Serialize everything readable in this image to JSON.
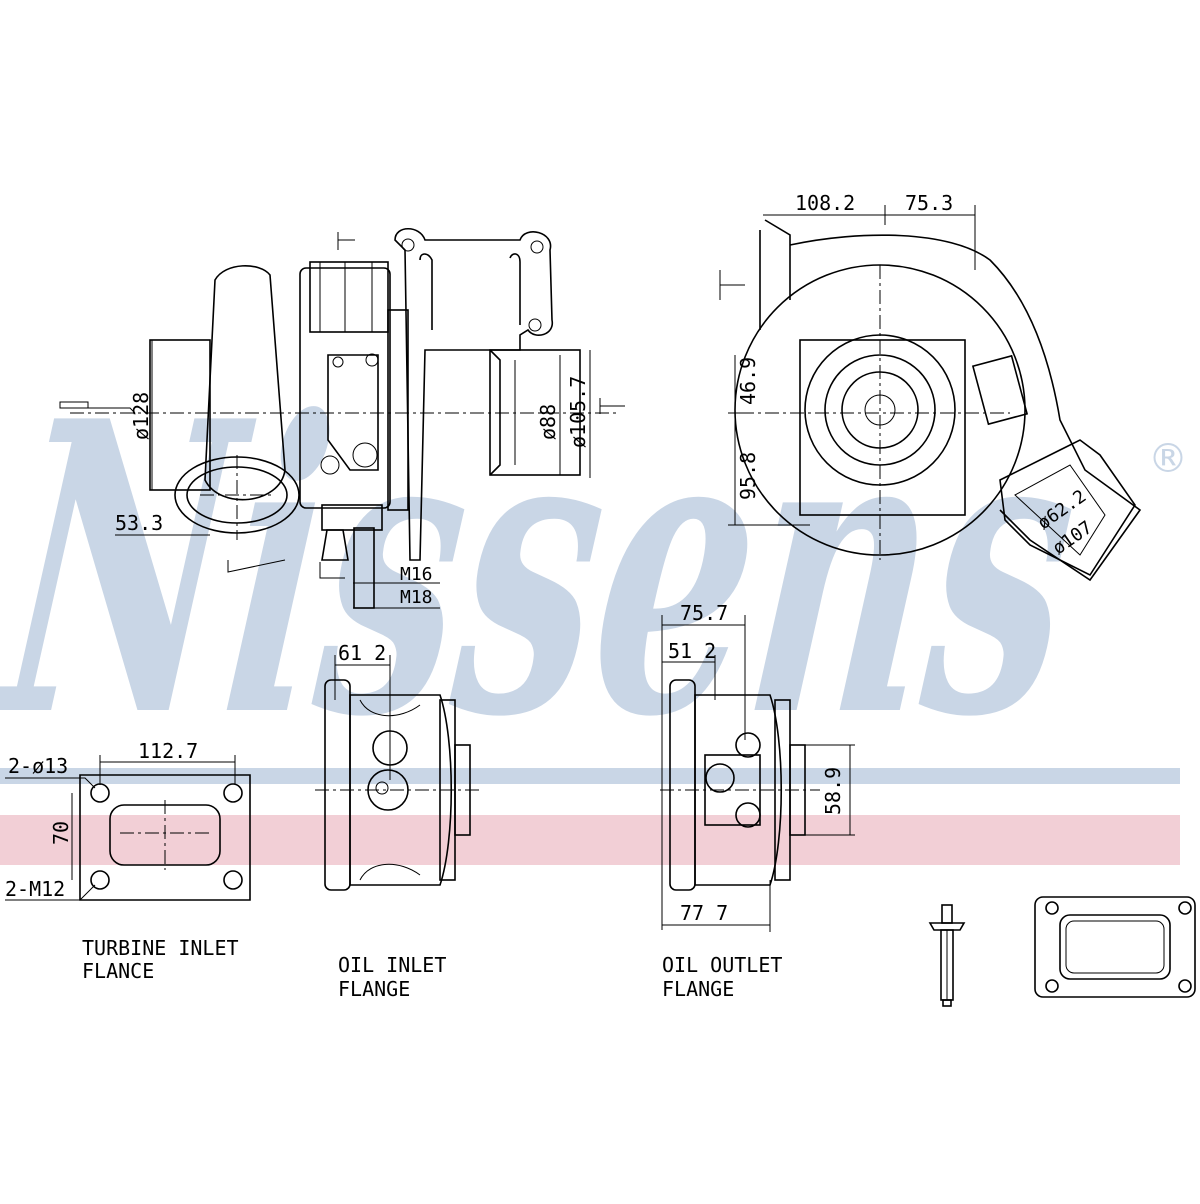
{
  "watermark": {
    "brand": "Nissens",
    "registered": "®",
    "colors": {
      "text": "#c9d6e6",
      "band_blue": "#c9d6e6",
      "band_pink": "#f2cfd6"
    }
  },
  "dimensions": {
    "main_left": "53.3",
    "main_dia_inlet": "ø128",
    "main_dia_outlet_inner": "ø88",
    "main_dia_outlet_outer": "ø105.7",
    "thread_1": "M16",
    "thread_2": "M18",
    "side_width_left": "108.2",
    "side_width_right": "75.3",
    "side_height_top": "46.9",
    "side_height_bottom": "95.8",
    "side_outlet_inner": "ø62.2",
    "side_outlet_outer": "ø107",
    "turbine_width": "112.7",
    "turbine_height": "70",
    "turbine_holes": "2-ø13",
    "turbine_threads": "2-M12",
    "oil_inlet_width": "61 2",
    "oil_outlet_width_top": "75.7",
    "oil_outlet_width_mid": "51 2",
    "oil_outlet_height": "58.9",
    "oil_outlet_width_bottom": "77 7"
  },
  "labels": {
    "turbine_inlet": {
      "line1": "TURBINE INLET",
      "line2": "FLANCE"
    },
    "oil_inlet": {
      "line1": "OIL INLET",
      "line2": "FLANGE"
    },
    "oil_outlet": {
      "line1": "OIL OUTLET",
      "line2": "FLANGE"
    }
  }
}
